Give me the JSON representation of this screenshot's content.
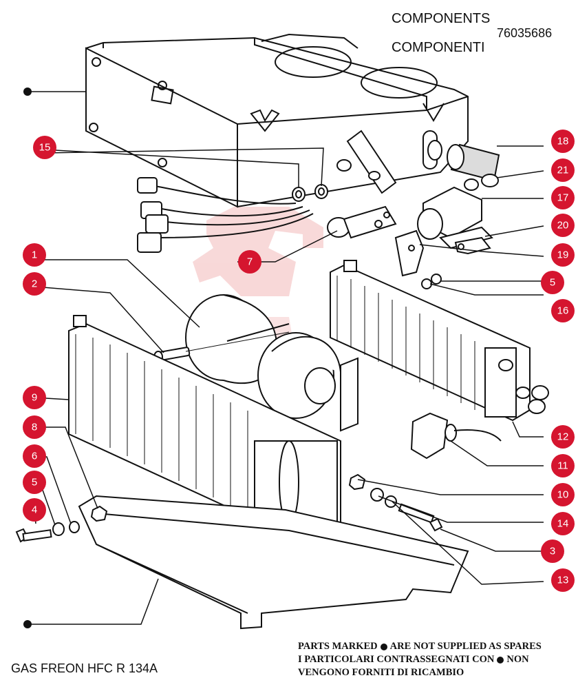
{
  "header": {
    "title_en": "COMPONENTS",
    "title_it": "COMPONENTI",
    "part_number": "76035686"
  },
  "footer": {
    "gas_label": "GAS FREON HFC R 134A",
    "note_line1_a": "PARTS MARKED",
    "note_line1_b": "ARE NOT SUPPLIED AS SPARES",
    "note_line2_a": "I PARTICOLARI CONTRASSEGNATI CON",
    "note_line2_b": "NON",
    "note_line3": "VENGONO FORNITI DI RICAMBIO"
  },
  "callouts": [
    {
      "id": "callout-1",
      "label": "1"
    },
    {
      "id": "callout-2",
      "label": "2"
    },
    {
      "id": "callout-3",
      "label": "3"
    },
    {
      "id": "callout-4",
      "label": "4"
    },
    {
      "id": "callout-5a",
      "label": "5"
    },
    {
      "id": "callout-5b",
      "label": "5"
    },
    {
      "id": "callout-6",
      "label": "6"
    },
    {
      "id": "callout-7",
      "label": "7"
    },
    {
      "id": "callout-8",
      "label": "8"
    },
    {
      "id": "callout-9",
      "label": "9"
    },
    {
      "id": "callout-10",
      "label": "10"
    },
    {
      "id": "callout-11",
      "label": "11"
    },
    {
      "id": "callout-12",
      "label": "12"
    },
    {
      "id": "callout-13",
      "label": "13"
    },
    {
      "id": "callout-14",
      "label": "14"
    },
    {
      "id": "callout-15",
      "label": "15"
    },
    {
      "id": "callout-16",
      "label": "16"
    },
    {
      "id": "callout-17",
      "label": "17"
    },
    {
      "id": "callout-18",
      "label": "18"
    },
    {
      "id": "callout-19",
      "label": "19"
    },
    {
      "id": "callout-20",
      "label": "20"
    },
    {
      "id": "callout-21",
      "label": "21"
    }
  ],
  "colors": {
    "callout": "#d5152f",
    "line": "#111111",
    "watermark": "#f3b9b9"
  }
}
